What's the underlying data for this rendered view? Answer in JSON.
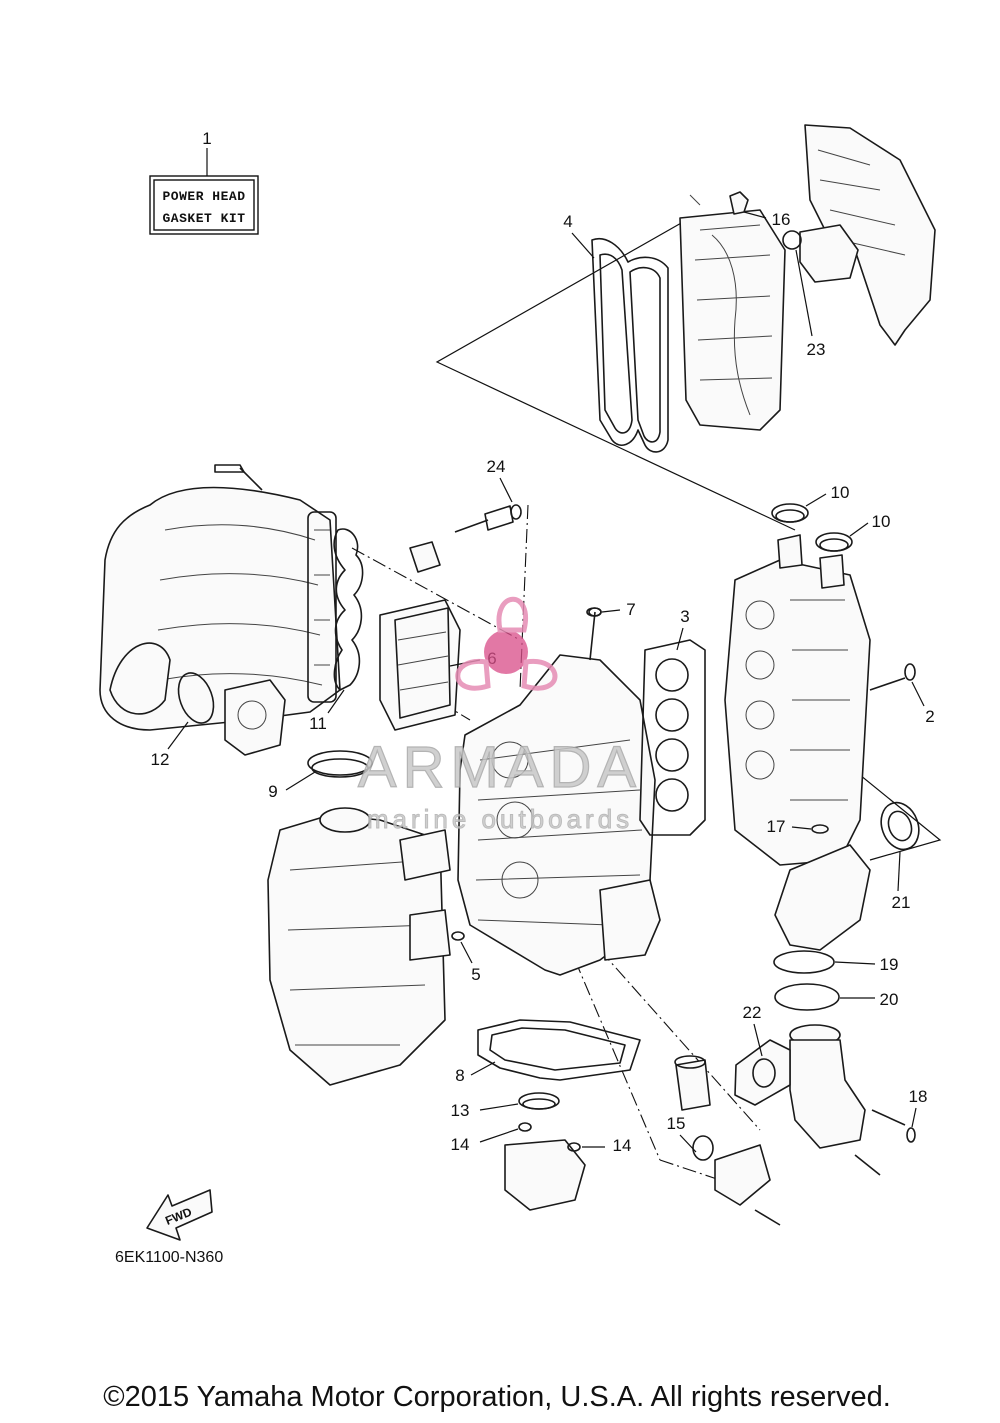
{
  "kit_label": {
    "line1": "POWER HEAD",
    "line2": "GASKET KIT"
  },
  "callouts": [
    "1",
    "2",
    "3",
    "4",
    "5",
    "6",
    "7",
    "8",
    "9",
    "10",
    "10",
    "11",
    "12",
    "13",
    "14",
    "14",
    "15",
    "16",
    "17",
    "18",
    "19",
    "20",
    "21",
    "22",
    "23",
    "24"
  ],
  "fwd_label": "FWD",
  "diagram_code": "6EK1100-N360",
  "watermark": {
    "brand": "ARMADA",
    "tagline": "marine outboards",
    "color": "#d94f8a"
  },
  "copyright": "©2015 Yamaha Motor Corporation, U.S.A. All rights reserved."
}
